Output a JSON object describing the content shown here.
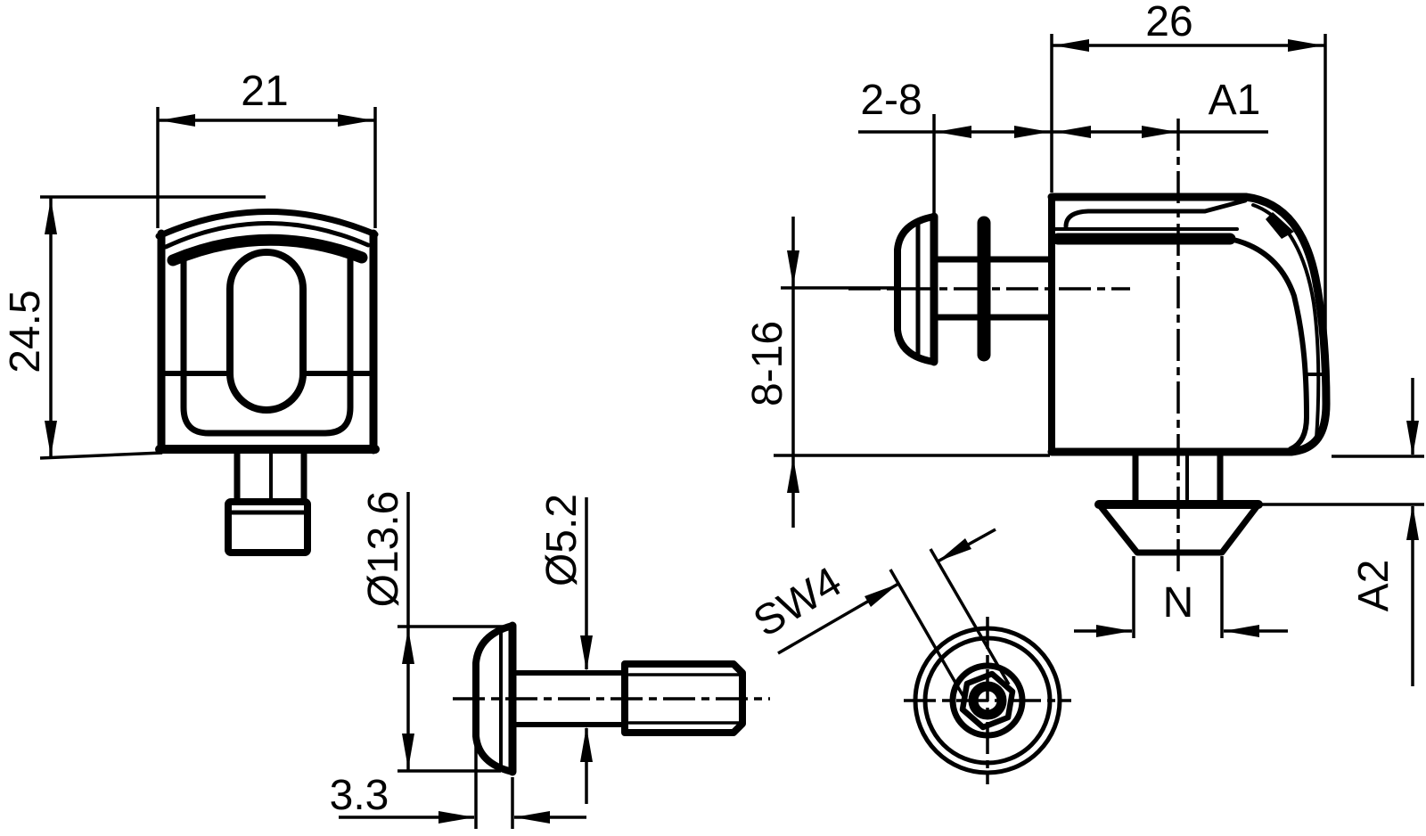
{
  "drawing": {
    "type": "technical-drawing",
    "colors": {
      "line": "#000000",
      "background": "#ffffff"
    },
    "views": {
      "front_view": {
        "dimensions": {
          "width": "21",
          "height": "24.5"
        }
      },
      "side_view": {
        "dimensions": {
          "depth": "26",
          "grip_range": "2-8",
          "height_range": "8-16",
          "dim_a1": "A1",
          "dim_a2": "A2",
          "slot_width": "N"
        }
      },
      "screw_view": {
        "dimensions": {
          "head_diameter": "Ø13.6",
          "thread_diameter": "Ø5.2",
          "head_height": "3.3"
        }
      },
      "end_view": {
        "dimensions": {
          "hex_socket": "SW4"
        }
      }
    }
  }
}
